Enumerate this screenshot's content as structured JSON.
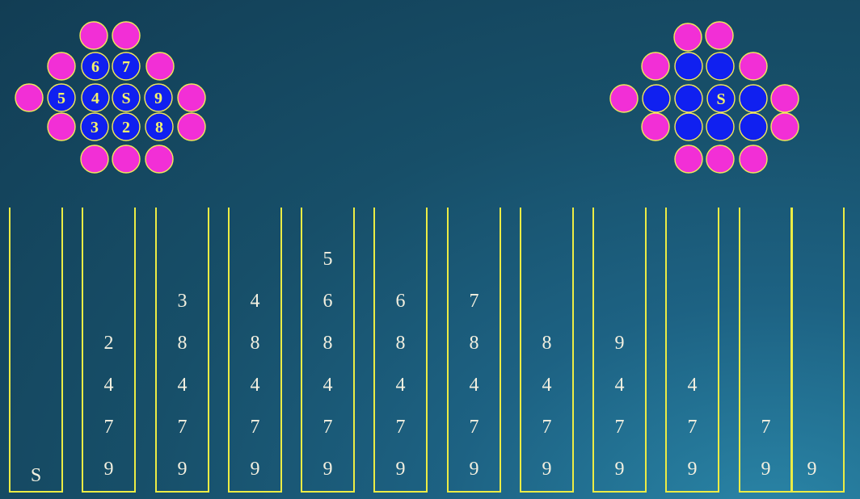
{
  "colors": {
    "pink": "#f22fd6",
    "blue": "#1020f0",
    "outline": "#f2e85a",
    "column_border": "#ecec44",
    "digit_fill": "#f4f26a",
    "column_text": "#f3f0e0"
  },
  "left_cluster": {
    "cells": [
      {
        "color": "pink",
        "label": ""
      },
      {
        "color": "pink",
        "label": ""
      },
      {
        "color": "pink",
        "label": ""
      },
      {
        "color": "blue",
        "label": "6"
      },
      {
        "color": "blue",
        "label": "7"
      },
      {
        "color": "pink",
        "label": ""
      },
      {
        "color": "pink",
        "label": ""
      },
      {
        "color": "blue",
        "label": "5"
      },
      {
        "color": "blue",
        "label": "4"
      },
      {
        "color": "blue",
        "label": "S"
      },
      {
        "color": "blue",
        "label": "9"
      },
      {
        "color": "pink",
        "label": ""
      },
      {
        "color": "pink",
        "label": ""
      },
      {
        "color": "blue",
        "label": "3"
      },
      {
        "color": "blue",
        "label": "2"
      },
      {
        "color": "blue",
        "label": "8"
      },
      {
        "color": "pink",
        "label": ""
      },
      {
        "color": "pink",
        "label": ""
      },
      {
        "color": "pink",
        "label": ""
      },
      {
        "color": "pink",
        "label": ""
      }
    ]
  },
  "right_cluster": {
    "cells": [
      {
        "color": "pink",
        "label": ""
      },
      {
        "color": "pink",
        "label": ""
      },
      {
        "color": "pink",
        "label": ""
      },
      {
        "color": "blue",
        "label": ""
      },
      {
        "color": "blue",
        "label": ""
      },
      {
        "color": "pink",
        "label": ""
      },
      {
        "color": "pink",
        "label": ""
      },
      {
        "color": "blue",
        "label": ""
      },
      {
        "color": "blue",
        "label": ""
      },
      {
        "color": "blue",
        "label": "S"
      },
      {
        "color": "blue",
        "label": ""
      },
      {
        "color": "pink",
        "label": ""
      },
      {
        "color": "pink",
        "label": ""
      },
      {
        "color": "blue",
        "label": ""
      },
      {
        "color": "blue",
        "label": ""
      },
      {
        "color": "blue",
        "label": ""
      },
      {
        "color": "pink",
        "label": ""
      },
      {
        "color": "pink",
        "label": ""
      },
      {
        "color": "pink",
        "label": ""
      },
      {
        "color": "pink",
        "label": ""
      }
    ]
  },
  "columns": [
    [
      "S"
    ],
    [
      "2",
      "4",
      "7",
      "9"
    ],
    [
      "3",
      "8",
      "4",
      "7",
      "9"
    ],
    [
      "4",
      "8",
      "4",
      "7",
      "9"
    ],
    [
      "5",
      "6",
      "8",
      "4",
      "7",
      "9"
    ],
    [
      "6",
      "8",
      "4",
      "7",
      "9"
    ],
    [
      "7",
      "8",
      "4",
      "7",
      "9"
    ],
    [
      "8",
      "4",
      "7",
      "9"
    ],
    [
      "9",
      "4",
      "7",
      "9"
    ],
    [
      "4",
      "7",
      "9"
    ],
    [
      "7",
      "9"
    ],
    [
      "9"
    ]
  ]
}
